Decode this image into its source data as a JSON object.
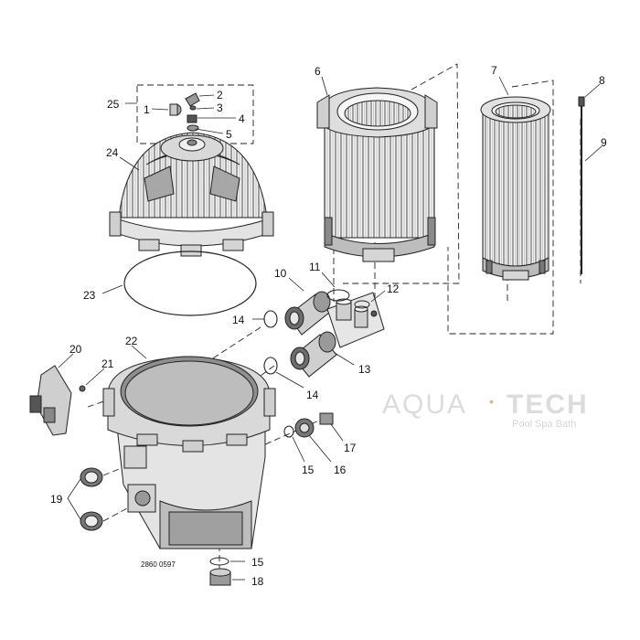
{
  "drawing_number": "2860 0597",
  "watermark": {
    "brand_light": "AQUA",
    "brand_dot": "•",
    "brand_bold": "TECH",
    "tagline": "Pool Spa Bath"
  },
  "callouts": {
    "c1": "1",
    "c2": "2",
    "c3": "3",
    "c4": "4",
    "c5": "5",
    "c6": "6",
    "c7": "7",
    "c8": "8",
    "c9": "9",
    "c10": "10",
    "c11": "11",
    "c12": "12",
    "c13": "13",
    "c14a": "14",
    "c14b": "14",
    "c15a": "15",
    "c15b": "15",
    "c16": "16",
    "c17": "17",
    "c18": "18",
    "c19": "19",
    "c20": "20",
    "c21": "21",
    "c22": "22",
    "c23": "23",
    "c24": "24",
    "c25": "25"
  },
  "colors": {
    "line": "#222222",
    "part_light": "#e8e8e8",
    "part_mid": "#bdbdbd",
    "part_dark": "#6e6e6e",
    "watermark": "#dcdcdc"
  }
}
